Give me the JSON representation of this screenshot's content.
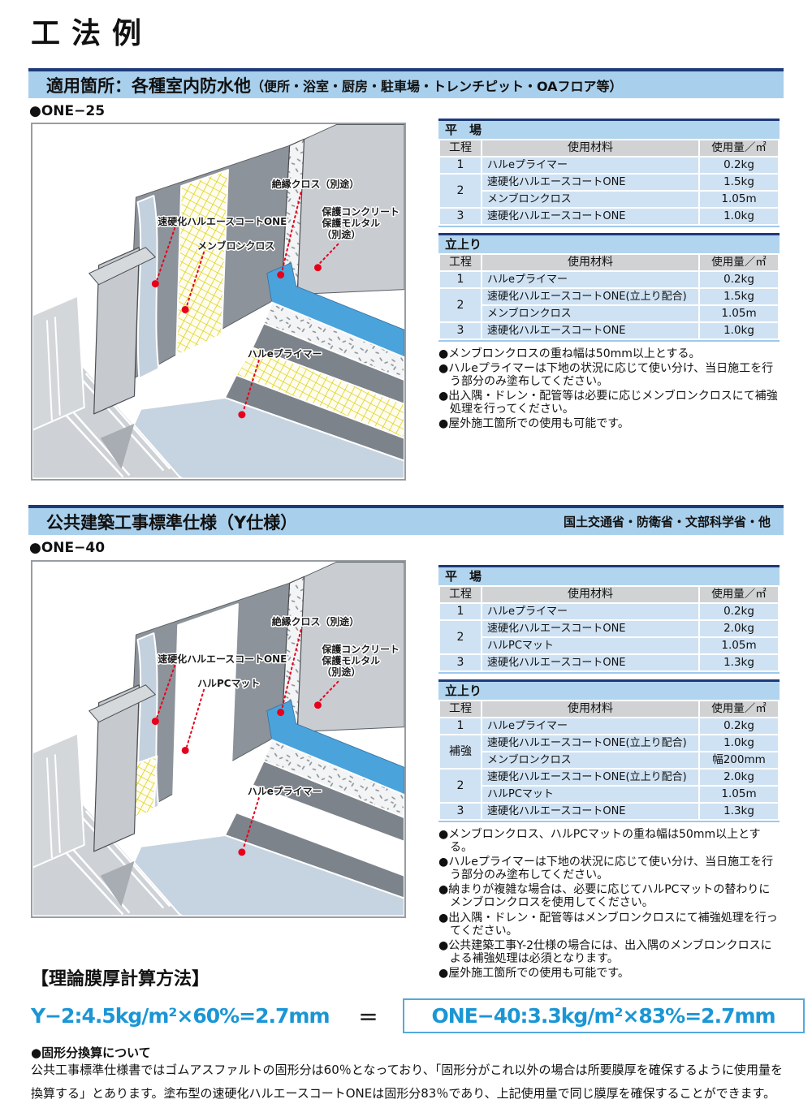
{
  "page": {
    "title": "工法例"
  },
  "colors": {
    "bar_bg": "#a8cfec",
    "bar_border": "#1d3a7a",
    "cell_blue": "#cfe2f3",
    "head_gray": "#d1d2d4",
    "formula_blue": "#1a96d5",
    "leader_red": "#e6001a",
    "insulation_blue": "#4ba3dc",
    "mesh_yellow": "#ddd117"
  },
  "section1": {
    "bar_main": "適用箇所：各種室内防水他",
    "bar_sub": "（便所・浴室・厨房・駐車場・トレンチピット・OAフロア等）",
    "model": "●ONE−25"
  },
  "section2": {
    "bar_main": "公共建築工事標準仕様（Y仕様）",
    "bar_right": "国土交通省・防衛省・文部科学省・他",
    "model": "●ONE−40"
  },
  "diagram1": {
    "labels": {
      "insulation": "絶縁クロス（別途）",
      "coat": "速硬化ハルエースコートONE",
      "membrane": "メンブロンクロス",
      "protect1": "保護コンクリート",
      "protect2": "保護モルタル",
      "protect3": "（別途）",
      "primer": "ハルeプライマー"
    }
  },
  "diagram2": {
    "labels": {
      "insulation": "絶縁クロス（別途）",
      "coat": "速硬化ハルエースコートONE",
      "pcmat": "ハルPCマット",
      "protect1": "保護コンクリート",
      "protect2": "保護モルタル",
      "protect3": "（別途）",
      "primer": "ハルeプライマー"
    }
  },
  "one25": {
    "flat": {
      "title": "平　場",
      "headers": [
        "工程",
        "使用材料",
        "使用量／㎡"
      ],
      "rows": [
        [
          "1",
          "ハルeプライマー",
          "0.2kg"
        ],
        [
          "2",
          "速硬化ハルエースコートONE",
          "1.5kg"
        ],
        [
          "",
          "メンブロンクロス",
          "1.05m"
        ],
        [
          "3",
          "速硬化ハルエースコートONE",
          "1.0kg"
        ]
      ]
    },
    "upstand": {
      "title": "立上り",
      "headers": [
        "工程",
        "使用材料",
        "使用量／㎡"
      ],
      "rows": [
        [
          "1",
          "ハルeプライマー",
          "0.2kg"
        ],
        [
          "2",
          "速硬化ハルエースコートONE(立上り配合)",
          "1.5kg"
        ],
        [
          "",
          "メンブロンクロス",
          "1.05m"
        ],
        [
          "3",
          "速硬化ハルエースコートONE",
          "1.0kg"
        ]
      ]
    },
    "notes": [
      "●メンブロンクロスの重ね幅は50mm以上とする。",
      "●ハルeプライマーは下地の状況に応じて使い分け、当日施工を行う部分のみ塗布してください。",
      "●出入隅・ドレン・配管等は必要に応じメンブロンクロスにて補強処理を行ってください。",
      "●屋外施工箇所での使用も可能です。"
    ]
  },
  "one40": {
    "flat": {
      "title": "平　場",
      "headers": [
        "工程",
        "使用材料",
        "使用量／㎡"
      ],
      "rows": [
        [
          "1",
          "ハルeプライマー",
          "0.2kg"
        ],
        [
          "2",
          "速硬化ハルエースコートONE",
          "2.0kg"
        ],
        [
          "",
          "ハルPCマット",
          "1.05m"
        ],
        [
          "3",
          "速硬化ハルエースコートONE",
          "1.3kg"
        ]
      ]
    },
    "upstand": {
      "title": "立上り",
      "headers": [
        "工程",
        "使用材料",
        "使用量／㎡"
      ],
      "rows": [
        [
          "1",
          "ハルeプライマー",
          "0.2kg"
        ],
        [
          "補強",
          "速硬化ハルエースコートONE(立上り配合)",
          "1.0kg"
        ],
        [
          "",
          "メンブロンクロス",
          "幅200mm"
        ],
        [
          "2",
          "速硬化ハルエースコートONE(立上り配合)",
          "2.0kg"
        ],
        [
          "",
          "ハルPCマット",
          "1.05m"
        ],
        [
          "3",
          "速硬化ハルエースコートONE",
          "1.3kg"
        ]
      ]
    },
    "notes": [
      "●メンブロンクロス、ハルPCマットの重ね幅は50mm以上とする。",
      "●ハルeプライマーは下地の状況に応じて使い分け、当日施工を行う部分のみ塗布してください。",
      "●納まりが複雑な場合は、必要に応じてハルPCマットの替わりにメンブロンクロスを使用してください。",
      "●出入隅・ドレン・配管等はメンブロンクロスにて補強処理を行ってください。",
      "●公共建築工事Y-2仕様の場合には、出入隅のメンブロンクロスによる補強処理は必須となります。",
      "●屋外施工箇所での使用も可能です。"
    ]
  },
  "formula": {
    "heading": "【理論膜厚計算方法】",
    "left": "Y−2:4.5kg/m²×60%=2.7mm",
    "equals": "＝",
    "boxed": "ONE−40:3.3kg/m²×83%=2.7mm",
    "solid_title": "●固形分換算について",
    "body": "公共工事標準仕様書ではゴムアスファルトの固形分は60％となっており、「固形分がこれ以外の場合は所要膜厚を確保するように使用量を換算する」とあります。塗布型の速硬化ハルエースコートONEは固形分83％であり、上記使用量で同じ膜厚を確保することができます。"
  }
}
